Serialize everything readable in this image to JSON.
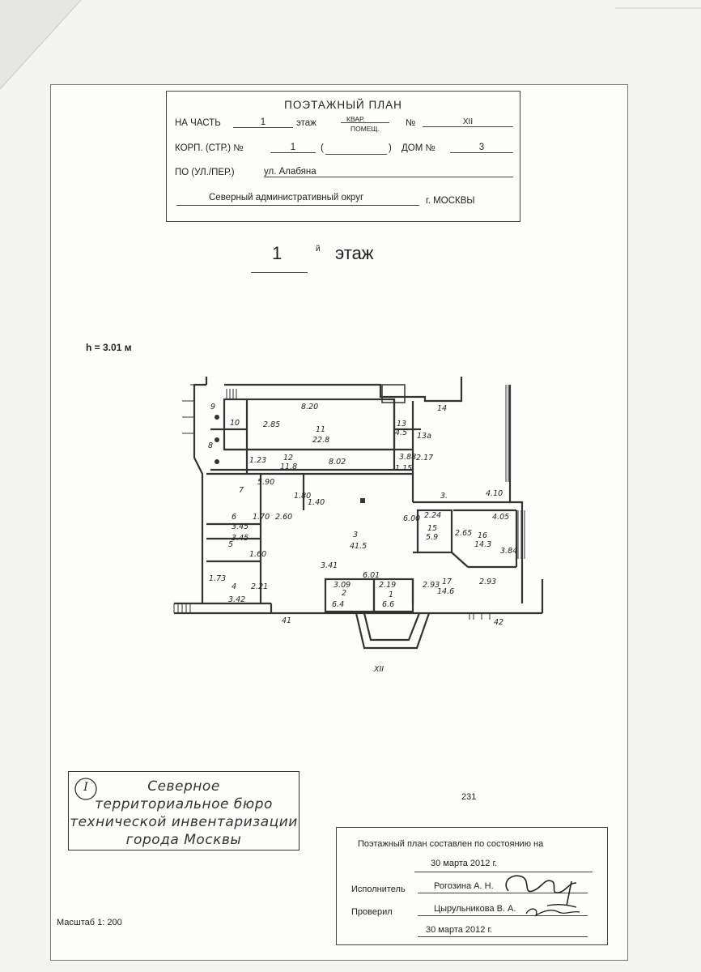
{
  "header": {
    "title": "ПОЭТАЖНЫЙ ПЛАН",
    "part_label": "НА ЧАСТЬ",
    "part_value": "1",
    "floor_label": "этаж",
    "kvar_label": "КВАР.",
    "pomesh_label": "ПОМЕЩ.",
    "no_label": "№",
    "pomesh_number": "XII",
    "korp_label": "КОРП. (СТР.) №",
    "korp_value": "1",
    "korp_paren_open": "(",
    "korp_paren_close": ")",
    "dom_label": "ДОМ №",
    "dom_value": "3",
    "street_label": "ПО (УЛ./ПЕР.)",
    "street_value": "ул. Алабяна",
    "district": "Северный административный округ",
    "city": "г. МОСКВЫ"
  },
  "floor_title": {
    "number": "1",
    "suffix": "й",
    "word": "этаж"
  },
  "height_note": "h = 3.01 м",
  "plan": {
    "labels": [
      "8.20",
      "11",
      "22.8",
      "13",
      "4.5",
      "14",
      "13а",
      "10",
      "9",
      "8",
      "2.85",
      "12",
      "11.8",
      "8.02",
      "1.23",
      "3.88",
      "1.15",
      "2.17",
      "7",
      "5.90",
      "1.80",
      "1.40",
      "4.10",
      "3.",
      "6",
      "3.45",
      "3.45",
      "1.70",
      "2.60",
      "3",
      "41.5",
      "6.00",
      "2.24",
      "15",
      "5.9",
      "2.65",
      "4.05",
      "16",
      "14.3",
      "3.84",
      "5",
      "1.60",
      "3.41",
      "6.01",
      "2.93",
      "17",
      "14.6",
      "2.93",
      "1.73",
      "4",
      "3.42",
      "2.21",
      "3.09",
      "2",
      "6.4",
      "2.19",
      "1",
      "6.6",
      "41",
      "42",
      "XII"
    ]
  },
  "page_number": "231",
  "stamp": {
    "number": "I",
    "lines": [
      "Северное",
      "территориальное бюро",
      "технической инвентаризации",
      "города Москвы"
    ]
  },
  "scale": "Масштаб 1: 200",
  "signature_block": {
    "composed_line": "Поэтажный план составлен по состоянию на",
    "composed_date": "30 марта 2012 г.",
    "executor_label": "Исполнитель",
    "executor_name": "Рогозина А. Н.",
    "checked_label": "Проверил",
    "checked_name": "Цырульникова В. А.",
    "checked_date": "30 марта 2012 г."
  }
}
